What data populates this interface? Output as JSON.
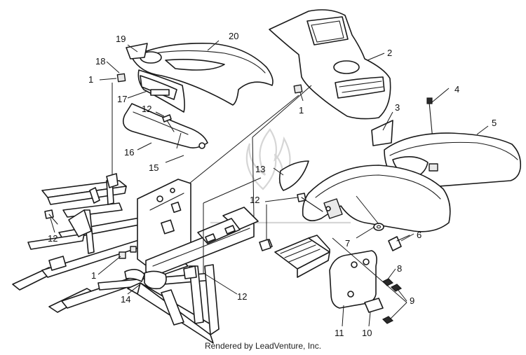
{
  "footer": {
    "credit": "Rendered by LeadVenture, Inc."
  },
  "callouts": [
    "1",
    "2",
    "3",
    "4",
    "5",
    "6",
    "7",
    "8",
    "9",
    "10",
    "11",
    "12",
    "13",
    "14",
    "15",
    "16",
    "17",
    "18",
    "19",
    "20"
  ],
  "colors": {
    "ink": "#1a1a1a",
    "background": "#ffffff",
    "watermark": "#d6d6d6"
  }
}
